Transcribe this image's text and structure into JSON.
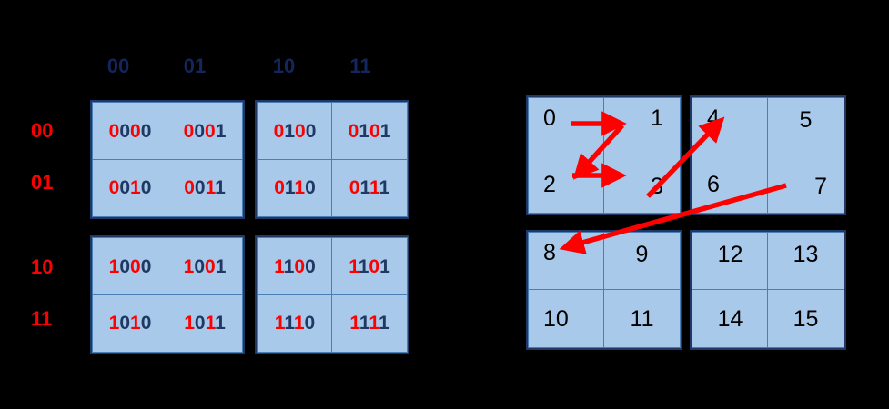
{
  "background_color": "#000000",
  "colors": {
    "cell_fill": "#a9c9ea",
    "cell_border_outer": "#1f3864",
    "cell_border_inner": "#4a7fb5",
    "row_label": "#ff0000",
    "col_label": "#13275e",
    "digit_red": "#ff0000",
    "digit_blue": "#1f3864",
    "arrow": "#ff0000",
    "number_text": "#000000"
  },
  "left_diagram": {
    "name": "morton-code-binary-grid",
    "column_headers": [
      "00",
      "01",
      "10",
      "11"
    ],
    "row_headers": [
      "00",
      "01",
      "10",
      "11"
    ],
    "blocks": [
      {
        "id": "block-top-left",
        "cells": [
          {
            "code": "0000",
            "digits": [
              {
                "d": "0",
                "c": "red"
              },
              {
                "d": "0",
                "c": "blue"
              },
              {
                "d": "0",
                "c": "red"
              },
              {
                "d": "0",
                "c": "blue"
              }
            ]
          },
          {
            "code": "0001",
            "digits": [
              {
                "d": "0",
                "c": "red"
              },
              {
                "d": "0",
                "c": "blue"
              },
              {
                "d": "0",
                "c": "red"
              },
              {
                "d": "1",
                "c": "blue"
              }
            ]
          },
          {
            "code": "0010",
            "digits": [
              {
                "d": "0",
                "c": "red"
              },
              {
                "d": "0",
                "c": "blue"
              },
              {
                "d": "1",
                "c": "red"
              },
              {
                "d": "0",
                "c": "blue"
              }
            ]
          },
          {
            "code": "0011",
            "digits": [
              {
                "d": "0",
                "c": "red"
              },
              {
                "d": "0",
                "c": "blue"
              },
              {
                "d": "1",
                "c": "red"
              },
              {
                "d": "1",
                "c": "blue"
              }
            ]
          }
        ]
      },
      {
        "id": "block-top-right",
        "cells": [
          {
            "code": "0100",
            "digits": [
              {
                "d": "0",
                "c": "red"
              },
              {
                "d": "1",
                "c": "blue"
              },
              {
                "d": "0",
                "c": "red"
              },
              {
                "d": "0",
                "c": "blue"
              }
            ]
          },
          {
            "code": "0101",
            "digits": [
              {
                "d": "0",
                "c": "red"
              },
              {
                "d": "1",
                "c": "blue"
              },
              {
                "d": "0",
                "c": "red"
              },
              {
                "d": "1",
                "c": "blue"
              }
            ]
          },
          {
            "code": "0110",
            "digits": [
              {
                "d": "0",
                "c": "red"
              },
              {
                "d": "1",
                "c": "blue"
              },
              {
                "d": "1",
                "c": "red"
              },
              {
                "d": "0",
                "c": "blue"
              }
            ]
          },
          {
            "code": "0111",
            "digits": [
              {
                "d": "0",
                "c": "red"
              },
              {
                "d": "1",
                "c": "blue"
              },
              {
                "d": "1",
                "c": "red"
              },
              {
                "d": "1",
                "c": "blue"
              }
            ]
          }
        ]
      },
      {
        "id": "block-bottom-left",
        "cells": [
          {
            "code": "1000",
            "digits": [
              {
                "d": "1",
                "c": "red"
              },
              {
                "d": "0",
                "c": "blue"
              },
              {
                "d": "0",
                "c": "red"
              },
              {
                "d": "0",
                "c": "blue"
              }
            ]
          },
          {
            "code": "1001",
            "digits": [
              {
                "d": "1",
                "c": "red"
              },
              {
                "d": "0",
                "c": "blue"
              },
              {
                "d": "0",
                "c": "red"
              },
              {
                "d": "1",
                "c": "blue"
              }
            ]
          },
          {
            "code": "1010",
            "digits": [
              {
                "d": "1",
                "c": "red"
              },
              {
                "d": "0",
                "c": "blue"
              },
              {
                "d": "1",
                "c": "red"
              },
              {
                "d": "0",
                "c": "blue"
              }
            ]
          },
          {
            "code": "1011",
            "digits": [
              {
                "d": "1",
                "c": "red"
              },
              {
                "d": "0",
                "c": "blue"
              },
              {
                "d": "1",
                "c": "red"
              },
              {
                "d": "1",
                "c": "blue"
              }
            ]
          }
        ]
      },
      {
        "id": "block-bottom-right",
        "cells": [
          {
            "code": "1100",
            "digits": [
              {
                "d": "1",
                "c": "red"
              },
              {
                "d": "1",
                "c": "blue"
              },
              {
                "d": "0",
                "c": "red"
              },
              {
                "d": "0",
                "c": "blue"
              }
            ]
          },
          {
            "code": "1101",
            "digits": [
              {
                "d": "1",
                "c": "red"
              },
              {
                "d": "1",
                "c": "blue"
              },
              {
                "d": "0",
                "c": "red"
              },
              {
                "d": "1",
                "c": "blue"
              }
            ]
          },
          {
            "code": "1110",
            "digits": [
              {
                "d": "1",
                "c": "red"
              },
              {
                "d": "1",
                "c": "blue"
              },
              {
                "d": "1",
                "c": "red"
              },
              {
                "d": "0",
                "c": "blue"
              }
            ]
          },
          {
            "code": "1111",
            "digits": [
              {
                "d": "1",
                "c": "red"
              },
              {
                "d": "1",
                "c": "blue"
              },
              {
                "d": "1",
                "c": "red"
              },
              {
                "d": "1",
                "c": "blue"
              }
            ]
          }
        ]
      }
    ]
  },
  "right_diagram": {
    "name": "z-order-curve-index-grid",
    "blocks": [
      {
        "id": "block-top-left",
        "cells": [
          "0",
          "1",
          "2",
          "3"
        ]
      },
      {
        "id": "block-top-right",
        "cells": [
          "4",
          "5",
          "6",
          "7"
        ]
      },
      {
        "id": "block-bottom-left",
        "cells": [
          "8",
          "9",
          "10",
          "11"
        ]
      },
      {
        "id": "block-bottom-right",
        "cells": [
          "12",
          "13",
          "14",
          "15"
        ]
      }
    ],
    "arrows": [
      {
        "id": "arrow-0-to-1",
        "from": "0",
        "to": "1"
      },
      {
        "id": "arrow-1-to-2",
        "from": "1",
        "to": "2"
      },
      {
        "id": "arrow-2-to-3",
        "from": "2",
        "to": "3"
      },
      {
        "id": "arrow-3-to-4",
        "from": "3",
        "to": "4"
      },
      {
        "id": "arrow-7-to-8",
        "from": "7",
        "to": "8"
      }
    ]
  }
}
